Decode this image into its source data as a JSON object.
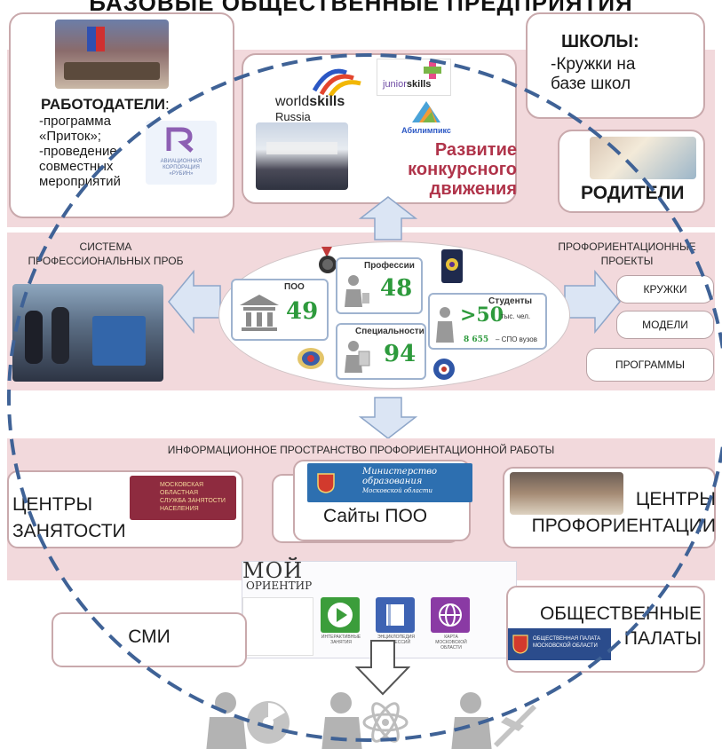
{
  "header": {
    "title": "БАЗОВЫЕ ОБЩЕСТВЕННЫЕ ПРЕДПРИЯТИЯ"
  },
  "top_band": {
    "employers": {
      "title": "РАБОТОДАТЕЛИ",
      "title_suffix": ":",
      "lines": [
        "-программа",
        "«Приток»;",
        "-проведение",
        "совместных",
        "мероприятий"
      ],
      "logo_text_1": "АВИАЦИОННАЯ",
      "logo_text_2": "КОРПОРАЦИЯ",
      "logo_text_3": "«РУБИН»"
    },
    "competitions": {
      "worldskills_1": "world",
      "worldskills_2": "skills",
      "worldskills_3": "Russia",
      "juniorskills_1": "junior",
      "juniorskills_2": "skills",
      "abilympics": "Абилимпикс",
      "title_lines": [
        "Развитие",
        "конкурсного",
        "движения"
      ]
    },
    "schools": {
      "title": "ШКОЛЫ:",
      "lines": [
        "-Кружки на",
        "базе школ"
      ]
    },
    "parents": {
      "title": "РОДИТЕЛИ"
    }
  },
  "middle_band": {
    "trials_label_1": "СИСТЕМА",
    "trials_label_2": "ПРОФЕССИОНАЛЬНЫХ ПРОБ",
    "stats": {
      "poo": {
        "label": "ПОО",
        "value": "49"
      },
      "professions": {
        "label": "Профессии",
        "value": "48"
      },
      "specialties": {
        "label": "Специальности",
        "value": "94"
      },
      "students": {
        "label": "Студенты",
        "value": ">50",
        "unit": "тыс. чел.",
        "sub_value": "8 655",
        "sub_label": "– СПО вузов"
      }
    },
    "projects": {
      "title_1": "ПРОФОРИЕНТАЦИОННЫЕ",
      "title_2": "ПРОЕКТЫ",
      "items": [
        "КРУЖКИ",
        "МОДЕЛИ",
        "ПРОГРАММЫ"
      ]
    }
  },
  "info_band": {
    "title": "ИНФОРМАЦИОННОЕ ПРОСТРАНСТВО ПРОФОРИЕНТАЦИОННОЙ РАБОТЫ",
    "employment_centers": [
      "ЦЕНТРЫ",
      "ЗАНЯТОСТИ"
    ],
    "employment_logo_1": "МОСКОВСКАЯ ОБЛАСТНАЯ",
    "employment_logo_2": "СЛУЖБА ЗАНЯТОСТИ НАСЕЛЕНИЯ",
    "ministry_1": "Министерство",
    "ministry_2": "образования",
    "ministry_3": "Московской области",
    "poo_sites": "Сайты ПОО",
    "career_centers": [
      "ЦЕНТРЫ",
      "ПРОФОРИЕНТАЦИИ"
    ]
  },
  "bottom_band": {
    "media": "СМИ",
    "portal_1": "МОЙ",
    "portal_2": "ОРИЕНТИР",
    "portal_tiles": [
      "ИНТЕРАКТИВНЫЕ ЗАНЯТИЯ",
      "ЭНЦИКЛОПЕДИЯ ПРОФЕССИЙ",
      "КАРТА МОСКОВСКОЙ ОБЛАСТИ"
    ],
    "public_chambers": [
      "ОБЩЕСТВЕННЫЕ",
      "ПАЛАТЫ"
    ],
    "chamber_logo_1": "ОБЩЕСТВЕННАЯ ПАЛАТА",
    "chamber_logo_2": "МОСКОВСКОЙ ОБЛАСТИ"
  },
  "colors": {
    "band_pink": "#f2d9dc",
    "dashed_circle": "#3f6296",
    "arrow_fill": "#dbe5f4",
    "green_numbers": "#2d9a3c",
    "competition_red": "#b0344a"
  }
}
